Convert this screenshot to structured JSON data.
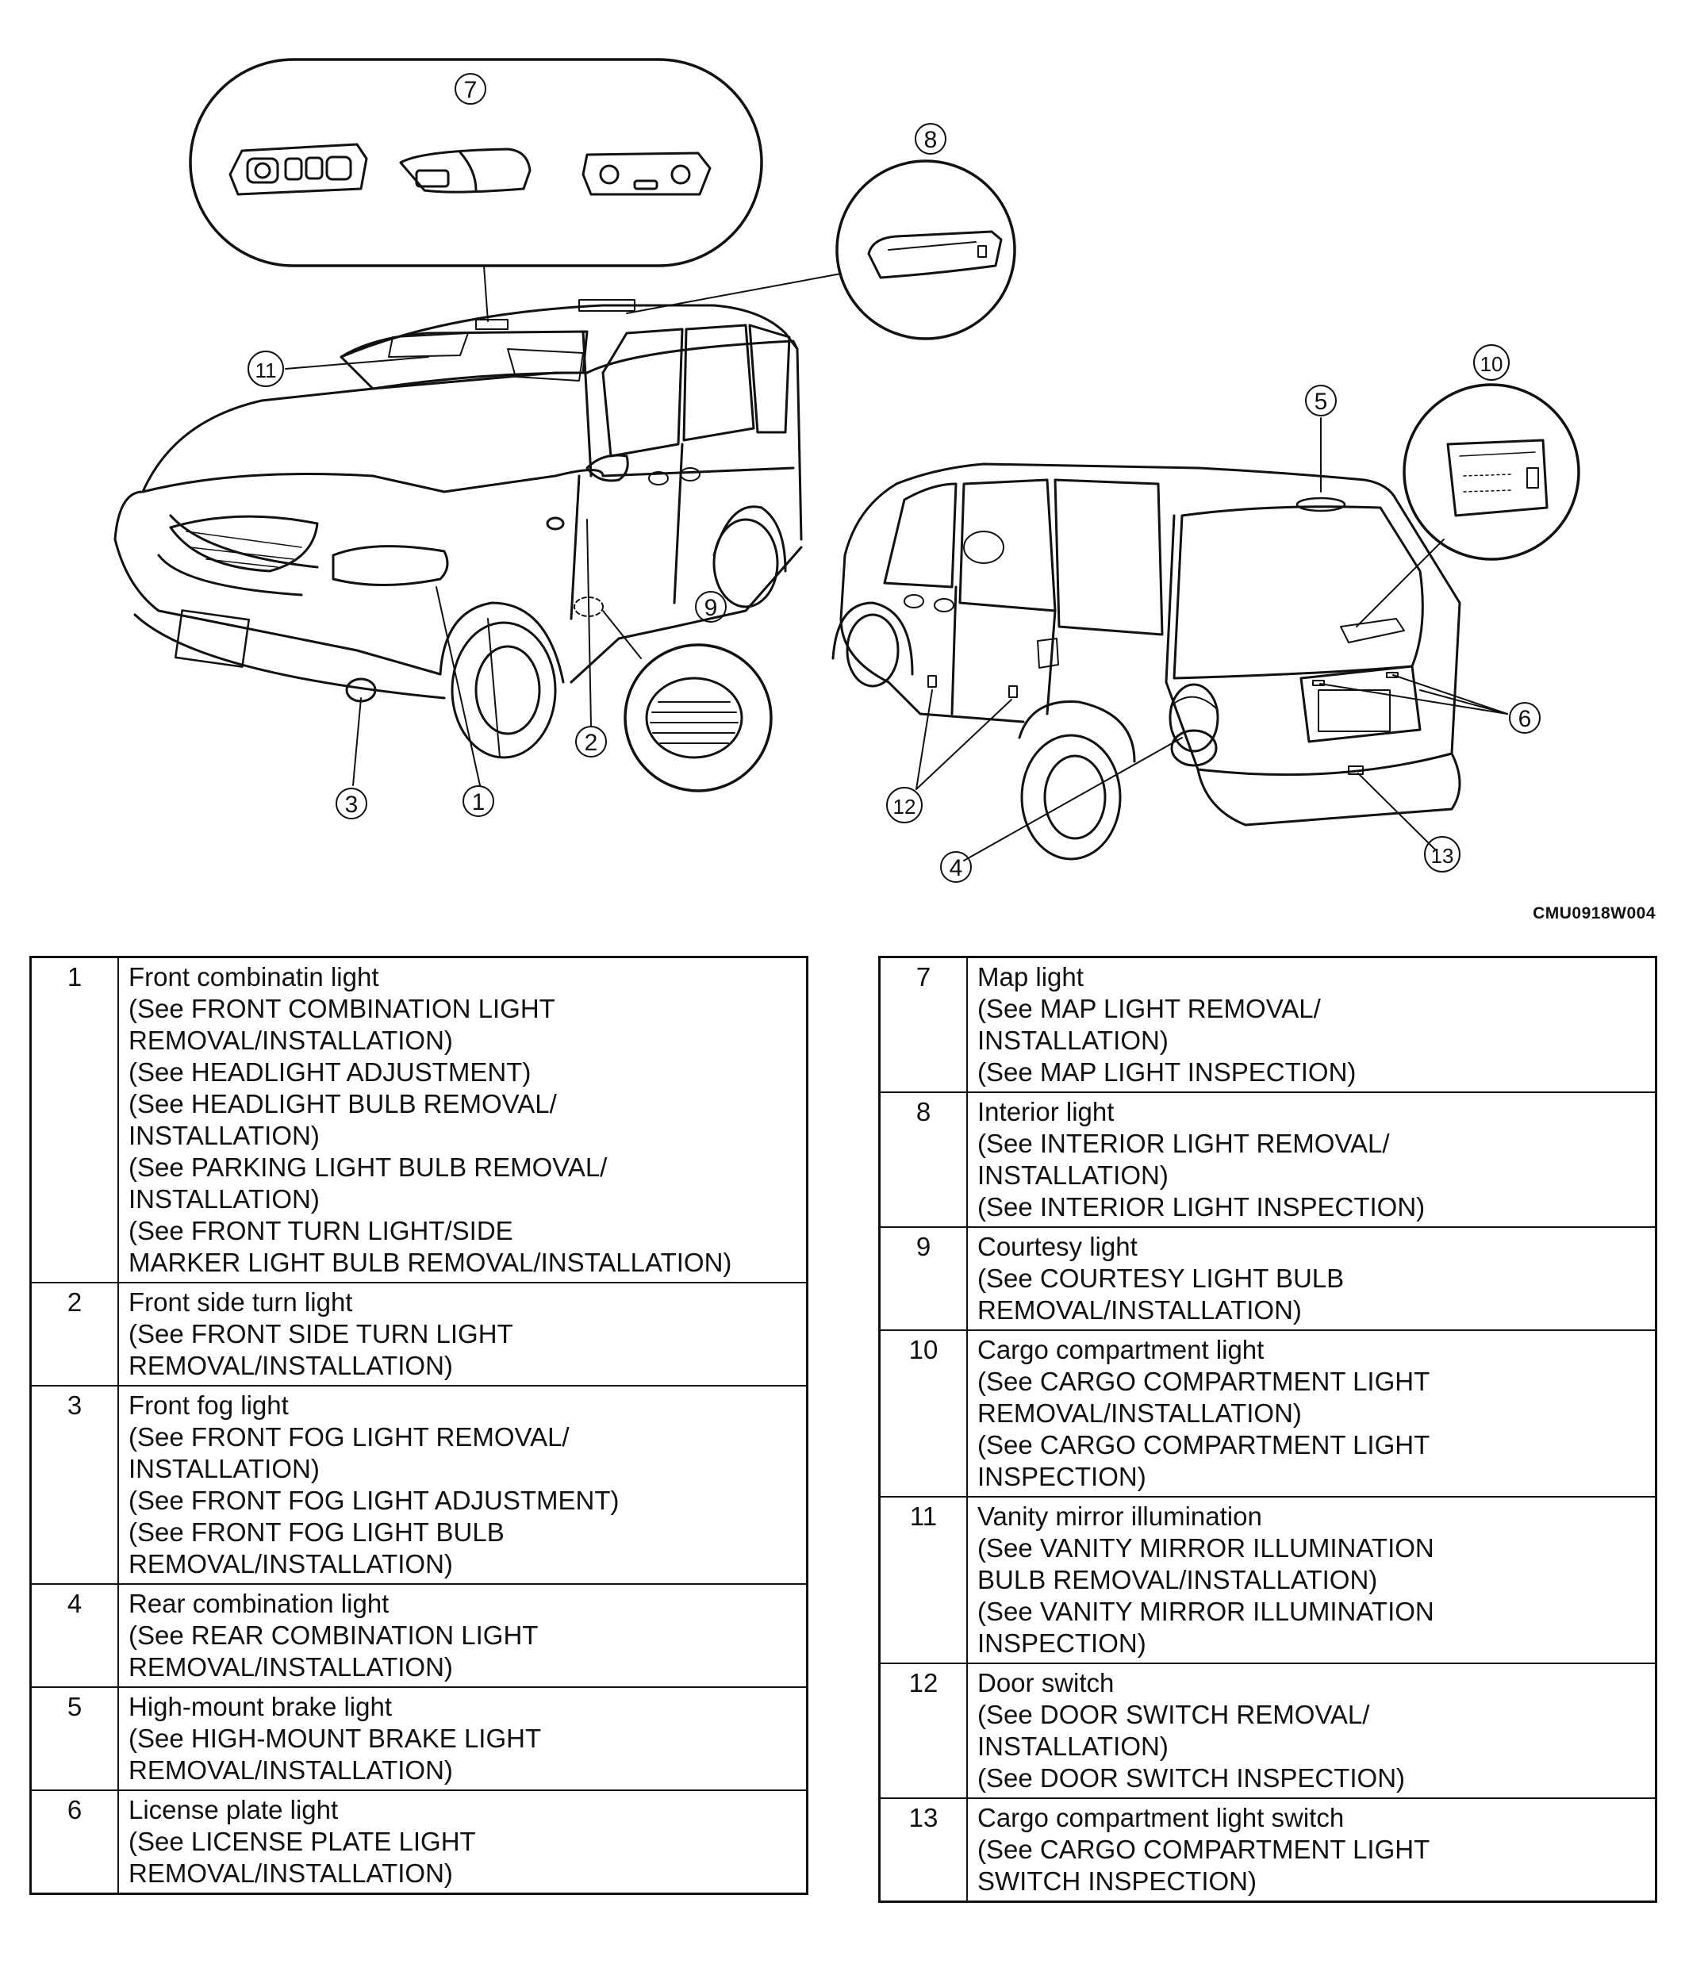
{
  "figure_code": "CMU0918W004",
  "callouts": [
    "1",
    "2",
    "3",
    "4",
    "5",
    "6",
    "7",
    "8",
    "9",
    "10",
    "11",
    "12",
    "13"
  ],
  "legend_left": [
    {
      "number": "1",
      "name": "Front combinatin light",
      "refs": [
        "(See FRONT COMBINATION LIGHT",
        "REMOVAL/INSTALLATION)",
        "(See HEADLIGHT ADJUSTMENT)",
        "(See HEADLIGHT BULB REMOVAL/",
        "INSTALLATION)",
        "(See PARKING LIGHT BULB REMOVAL/",
        "INSTALLATION)",
        "(See FRONT TURN LIGHT/SIDE",
        "MARKER LIGHT BULB REMOVAL/INSTALLATION)"
      ]
    },
    {
      "number": "2",
      "name": "Front side turn light",
      "refs": [
        "(See FRONT SIDE TURN LIGHT",
        "REMOVAL/INSTALLATION)"
      ]
    },
    {
      "number": "3",
      "name": "Front fog light",
      "refs": [
        "(See FRONT FOG LIGHT REMOVAL/",
        "INSTALLATION)",
        "(See FRONT FOG LIGHT ADJUSTMENT)",
        "(See FRONT FOG LIGHT BULB",
        "REMOVAL/INSTALLATION)"
      ]
    },
    {
      "number": "4",
      "name": "Rear combination light",
      "refs": [
        "(See REAR COMBINATION LIGHT",
        "REMOVAL/INSTALLATION)"
      ]
    },
    {
      "number": "5",
      "name": "High-mount brake light",
      "refs": [
        "(See HIGH-MOUNT BRAKE LIGHT",
        "REMOVAL/INSTALLATION)"
      ]
    },
    {
      "number": "6",
      "name": "License plate light",
      "refs": [
        "(See LICENSE PLATE LIGHT",
        "REMOVAL/INSTALLATION)"
      ]
    }
  ],
  "legend_right": [
    {
      "number": "7",
      "name": "Map light",
      "refs": [
        "(See MAP LIGHT REMOVAL/",
        "INSTALLATION)",
        "(See MAP LIGHT INSPECTION)"
      ]
    },
    {
      "number": "8",
      "name": "Interior light",
      "refs": [
        "(See INTERIOR LIGHT REMOVAL/",
        "INSTALLATION)",
        "(See INTERIOR LIGHT INSPECTION)"
      ]
    },
    {
      "number": "9",
      "name": "Courtesy light",
      "refs": [
        "(See COURTESY LIGHT BULB",
        "REMOVAL/INSTALLATION)"
      ]
    },
    {
      "number": "10",
      "name": "Cargo compartment light",
      "refs": [
        "(See CARGO COMPARTMENT LIGHT",
        "REMOVAL/INSTALLATION)",
        "(See CARGO COMPARTMENT LIGHT",
        "INSPECTION)"
      ]
    },
    {
      "number": "11",
      "name": "Vanity mirror illumination",
      "refs": [
        "(See VANITY MIRROR ILLUMINATION",
        "BULB REMOVAL/INSTALLATION)",
        "(See VANITY MIRROR ILLUMINATION",
        "INSPECTION)"
      ]
    },
    {
      "number": "12",
      "name": "Door switch",
      "refs": [
        "(See DOOR SWITCH REMOVAL/",
        "INSTALLATION)",
        "(See DOOR SWITCH INSPECTION)"
      ]
    },
    {
      "number": "13",
      "name": "Cargo compartment light switch",
      "refs": [
        "(See CARGO COMPARTMENT LIGHT",
        "SWITCH INSPECTION)"
      ]
    }
  ]
}
